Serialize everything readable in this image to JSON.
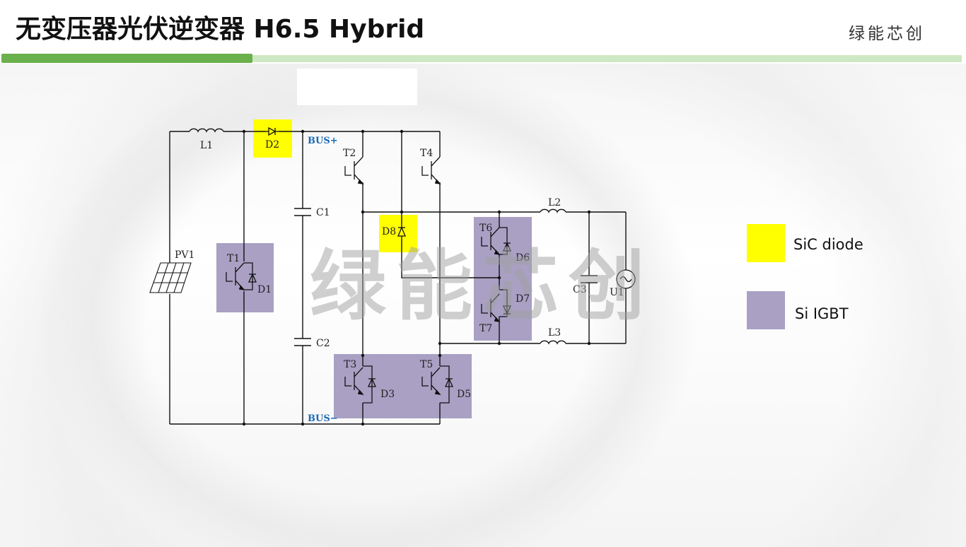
{
  "slide": {
    "title": "无变压器光伏逆变器 H6.5 Hybrid",
    "brand": "绿能芯创",
    "watermark": "绿能芯创"
  },
  "colors": {
    "sic": "#ffff00",
    "si_igbt": "#a9a0c4",
    "accent_green": "#6ab04c",
    "light_green": "#cfe8c4",
    "bus_label": "#1a6ab5"
  },
  "legend": [
    {
      "label": "SiC diode",
      "color": "#ffff00"
    },
    {
      "label": "Si IGBT",
      "color": "#a9a0c4"
    }
  ],
  "circuit": {
    "labels": {
      "L1": "L1",
      "D2": "D2",
      "bus_plus": "BUS+",
      "bus_minus": "BUS−",
      "T2": "T2",
      "T4": "T4",
      "L2": "L2",
      "L3": "L3",
      "C1": "C1",
      "C2": "C2",
      "C3": "C3",
      "U1": "U1",
      "D8": "D8",
      "T6": "T6",
      "D6": "D6",
      "D7": "D7",
      "T7": "T7",
      "PV1": "PV1",
      "T1": "T1",
      "D1": "D1",
      "T3": "T3",
      "D3": "D3",
      "T5": "T5",
      "D5": "D5"
    }
  }
}
